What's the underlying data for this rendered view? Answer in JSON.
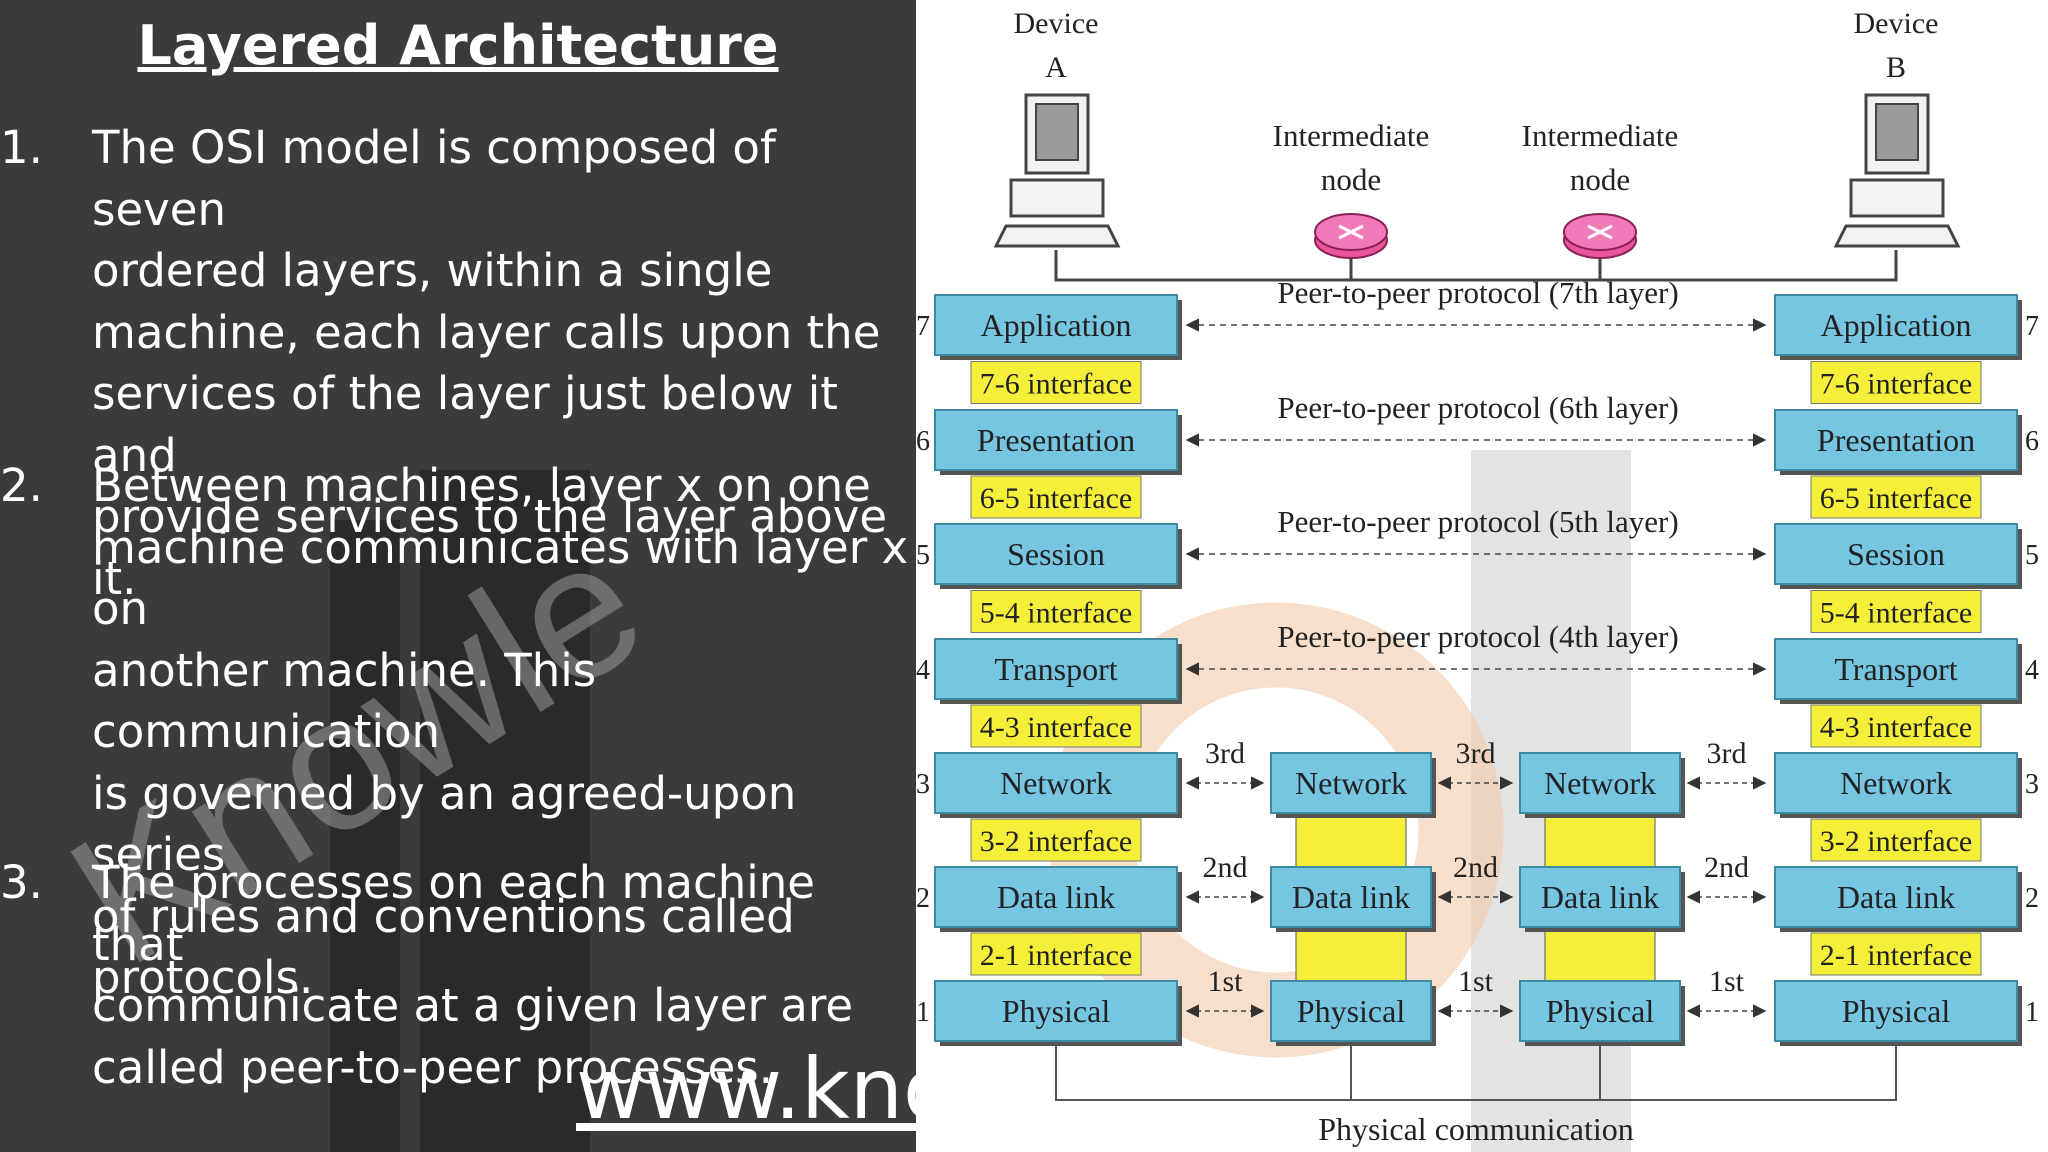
{
  "slide": {
    "title": "Layered Architecture",
    "points": [
      {
        "num": "1.",
        "lines": [
          "The OSI model is composed of seven",
          "ordered layers, within a single",
          "machine, each layer calls upon the",
          "services of the layer just below it and",
          "provide services to the layer above it."
        ]
      },
      {
        "num": "2.",
        "lines": [
          "Between machines, layer x on one",
          "machine communicates with layer x on",
          "another machine. This communication",
          "is governed by an agreed-upon series",
          "of rules and conventions called",
          "protocols."
        ]
      },
      {
        "num": "3.",
        "lines": [
          "The processes on each machine that",
          "communicate at a given layer are",
          "called peer-to-peer processes."
        ]
      }
    ],
    "website": "www.kno",
    "watermark": "Knowle"
  },
  "diagram": {
    "device_a": [
      "Device",
      "A"
    ],
    "device_b": [
      "Device",
      "B"
    ],
    "intermediate_node": [
      "Intermediate",
      "node"
    ],
    "layers": [
      "Application",
      "Presentation",
      "Session",
      "Transport",
      "Network",
      "Data link",
      "Physical"
    ],
    "layer_numbers": [
      "7",
      "6",
      "5",
      "4",
      "3",
      "2",
      "1"
    ],
    "interfaces": [
      "7-6 interface",
      "6-5 interface",
      "5-4 interface",
      "4-3 interface",
      "3-2 interface",
      "2-1 interface"
    ],
    "peer_protocols": [
      "Peer-to-peer protocol (7th layer)",
      "Peer-to-peer protocol (6th layer)",
      "Peer-to-peer protocol (5th layer)",
      "Peer-to-peer protocol (4th layer)"
    ],
    "hop_labels": [
      "3rd",
      "2nd",
      "1st"
    ],
    "physical_communication": "Physical communication",
    "colors": {
      "layer": "#76c6e2",
      "interface": "#f6ef3a",
      "router": "#e8559a",
      "slide_bg": "#3b3b3b"
    }
  }
}
